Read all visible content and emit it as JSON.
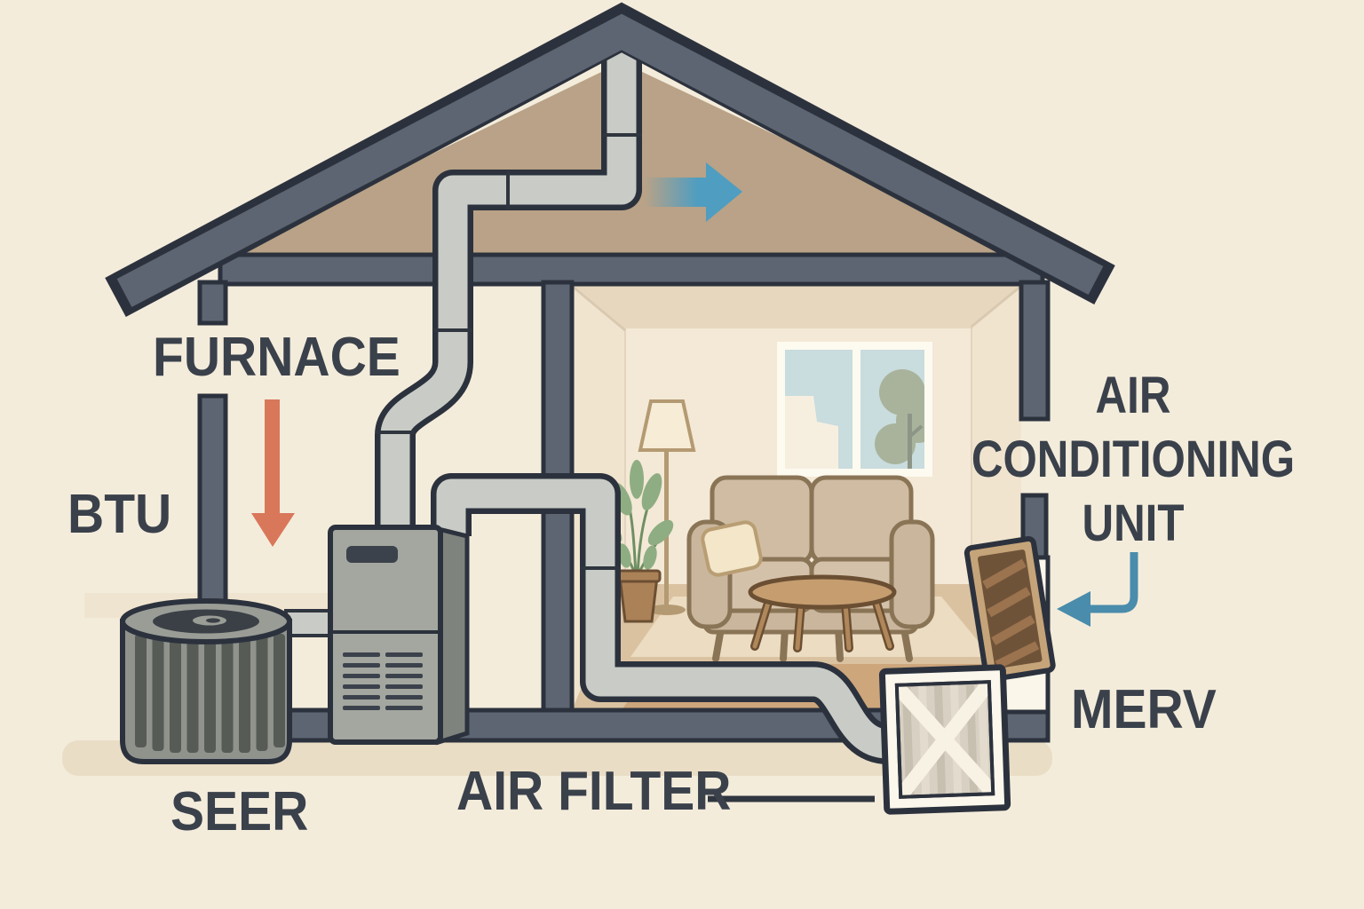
{
  "diagram": {
    "title": "Home HVAC system cutaway diagram",
    "labels": {
      "furnace": "FURNACE",
      "btu": "BTU",
      "seer": "SEER",
      "air_filter": "AIR FILTER",
      "merv": "MERV",
      "ac_unit_line1": "AIR",
      "ac_unit_line2": "CONDITIONING",
      "ac_unit_line3": "UNIT"
    },
    "arrows": [
      {
        "name": "furnace-heat-arrow",
        "direction": "down",
        "color": "#d9775a"
      },
      {
        "name": "attic-airflow-arrow",
        "direction": "right",
        "color": "#4f9dc1"
      },
      {
        "name": "ac-unit-pointer-arrow",
        "direction": "left",
        "color": "#4a8cab"
      }
    ],
    "leader_lines": [
      {
        "name": "air-filter-leader",
        "from": "AIR FILTER label",
        "to": "air filter"
      }
    ],
    "components": [
      "roof",
      "attic-duct",
      "ceiling-beam",
      "left-wall",
      "interior-wall",
      "right-wall",
      "floor-beam",
      "furnace-unit",
      "ac-condenser-unit",
      "supply-duct",
      "riser-duct",
      "air-filter",
      "wall-vent-register",
      "living-room",
      "window",
      "floor-lamp",
      "potted-plant",
      "sofa",
      "coffee-table",
      "rug"
    ],
    "colors": {
      "background": "#f4ecdb",
      "structure_fill": "#5d6572",
      "structure_outline": "#2c323d",
      "attic": "#b9a287",
      "duct": "#c9ccc6",
      "label_text": "#3a414b",
      "heat_arrow": "#d9775a",
      "air_arrow": "#4f9dc1",
      "vent_wood": "#c6a47a",
      "filter_frame": "#fcf7ec"
    }
  }
}
